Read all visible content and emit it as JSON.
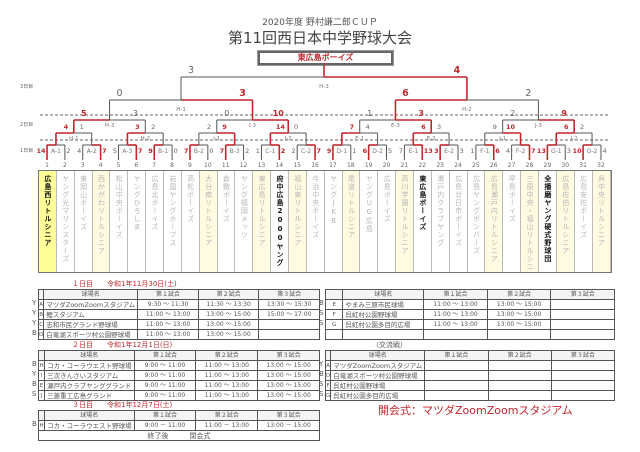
{
  "header": {
    "subtitle": "2020年度 野村謙二郎ＣＵＰ",
    "title": "第11回西日本中学野球大会"
  },
  "bracket": {
    "champion": "東広島ボーイズ",
    "day_labels": [
      "3日目",
      "2日目",
      "1日目"
    ],
    "teams": [
      {
        "no": 1,
        "name": "広島西リトルシニア",
        "shinior": true,
        "bold": true,
        "highlight": true
      },
      {
        "no": 2,
        "name": "ヤング光マリンスターズ"
      },
      {
        "no": 3,
        "name": "東岡山ボーイズ"
      },
      {
        "no": 4,
        "name": "西かがわリトルシニア",
        "shinior": true
      },
      {
        "no": 5,
        "name": "松山中央ボーイズ"
      },
      {
        "no": 6,
        "name": "ヤングひろしま"
      },
      {
        "no": 7,
        "name": "広島北ボーイズ"
      },
      {
        "no": 8,
        "name": "岩国ヤングホープス"
      },
      {
        "no": 9,
        "name": "高松ボーイズ"
      },
      {
        "no": 10,
        "name": "大分南リトルシニア",
        "shinior": true
      },
      {
        "no": 11,
        "name": "倉敷ボーイズ"
      },
      {
        "no": 12,
        "name": "ヤング福岡メッツ"
      },
      {
        "no": 13,
        "name": "東広島リトルシニア",
        "shinior": true
      },
      {
        "no": 14,
        "name": "府中広島2000ヤング",
        "bold": true
      },
      {
        "no": 15,
        "name": "福山東リトルシニア",
        "shinior": true
      },
      {
        "no": 16,
        "name": "今治中央ボーイズ"
      },
      {
        "no": 17,
        "name": "ヤングJKB"
      },
      {
        "no": 18,
        "name": "尾道リトルシニア",
        "shinior": true
      },
      {
        "no": 19,
        "name": "ヤングUG広島"
      },
      {
        "no": 20,
        "name": "広島ボーイズ"
      },
      {
        "no": 21,
        "name": "高川学園リトルシニア",
        "shinior": true
      },
      {
        "no": 22,
        "name": "東広島ボーイズ",
        "bold": true
      },
      {
        "no": 23,
        "name": "瀬戸内クラブヤング"
      },
      {
        "no": 24,
        "name": "広島廿日市ボーイズ"
      },
      {
        "no": 25,
        "name": "広島ヤングボンバーズ"
      },
      {
        "no": 26,
        "name": "広島瀬戸内リトルシニア",
        "shinior": true
      },
      {
        "no": 27,
        "name": "早島ボーイズ"
      },
      {
        "no": 28,
        "name": "三原中央・福山リトルシニア",
        "shinior": true
      },
      {
        "no": 29,
        "name": "全播磨ヤング硬式野球団",
        "bold": true
      },
      {
        "no": 30,
        "name": "広島佐伯リトルシニア",
        "shinior": true
      },
      {
        "no": 31,
        "name": "広島安佐ボーイズ"
      },
      {
        "no": 32,
        "name": "呉中央リトルシニア",
        "shinior": true
      }
    ],
    "rounds": [
      [
        {
          "label": "A-1",
          "scores": [
            14,
            2
          ],
          "winner": 0
        },
        {
          "label": "A-2",
          "scores": [
            4,
            7
          ],
          "winner": 1
        },
        {
          "label": "A-3",
          "scores": [
            5,
            7
          ],
          "winner": 1
        },
        {
          "label": "B-1",
          "scores": [
            9,
            0
          ],
          "winner": 0
        },
        {
          "label": "B-2",
          "scores": [
            7,
            0
          ],
          "winner": 0
        },
        {
          "label": "B-3",
          "scores": [
            7,
            2
          ],
          "winner": 0
        },
        {
          "label": "C-1",
          "scores": [
            1,
            2
          ],
          "winner": 1
        },
        {
          "label": "C-2",
          "scores": [
            2,
            7
          ],
          "winner": 1
        },
        {
          "label": "D-1",
          "scores": [
            9,
            1
          ],
          "winner": 0
        },
        {
          "label": "D-2",
          "scores": [
            6,
            5
          ],
          "winner": 0
        },
        {
          "label": "E-1",
          "scores": [
            7,
            13
          ],
          "winner": 1
        },
        {
          "label": "E-2",
          "scores": [
            3,
            3
          ],
          "winner": 0
        },
        {
          "label": "F-1",
          "scores": [
            1,
            6
          ],
          "winner": 1
        },
        {
          "label": "F-2",
          "scores": [
            4,
            7
          ],
          "winner": 1
        },
        {
          "label": "G-1",
          "scores": [
            13,
            3
          ],
          "winner": 0
        },
        {
          "label": "G-2",
          "scores": [
            10,
            4
          ],
          "winner": 0
        }
      ],
      [
        {
          "label": "H-1",
          "scores": [
            4,
            1
          ],
          "winner": 0
        },
        {
          "label": "H-2",
          "scores": [
            3,
            2
          ],
          "winner": 0
        },
        {
          "label": "I-1",
          "scores": [
            2,
            9
          ],
          "winner": 1
        },
        {
          "label": "I-2",
          "scores": [
            14,
            0
          ],
          "winner": 0
        },
        {
          "label": "E-1",
          "scores": [
            7,
            4
          ],
          "winner": 0
        },
        {
          "label": "E-2",
          "scores": [
            6,
            3
          ],
          "winner": 0
        },
        {
          "label": "J-1",
          "scores": [
            9,
            10
          ],
          "winner": 1
        },
        {
          "label": "J-2",
          "scores": [
            6,
            2
          ],
          "winner": 0
        }
      ],
      [
        {
          "label": "H-3",
          "scores": [
            5,
            3
          ],
          "winner": 0
        },
        {
          "label": "I-3",
          "scores": [
            0,
            10
          ],
          "winner": 1
        },
        {
          "label": "E-3",
          "scores": [
            1,
            3
          ],
          "winner": 1
        },
        {
          "label": "J-3",
          "scores": [
            2,
            9
          ],
          "winner": 1
        }
      ],
      [
        {
          "label": "H-1",
          "scores": [
            0,
            3
          ],
          "winner": 1
        },
        {
          "label": "H-2",
          "scores": [
            6,
            2
          ],
          "winner": 0
        }
      ],
      [
        {
          "label": "H-3",
          "scores": [
            3,
            4
          ],
          "winner": 1
        }
      ]
    ]
  },
  "schedule": {
    "headers": [
      "球場名",
      "第１試合",
      "第２試合",
      "第３試合"
    ],
    "day1": {
      "title": "１日目　　令和1年11月30日(土)",
      "rows": [
        {
          "pref": "Y",
          "code": "A",
          "venue": "マツダZoomZoomスタジアム",
          "slots": [
            "9:30 ～ 11:30",
            "11:30 ～ 13:30",
            "13:30 ～ 15:30"
          ]
        },
        {
          "pref": "Y",
          "code": "B",
          "venue": "鯉スタジアム",
          "slots": [
            "11:00 ～ 13:00",
            "13:00 ～ 15:00",
            "15:00 ～ 17:00"
          ]
        },
        {
          "pref": "Y",
          "code": "C",
          "venue": "志和市民グランド野球場",
          "slots": [
            "11:00 ～ 13:00",
            "13:00 ～ 15:00",
            ""
          ]
        },
        {
          "pref": "B",
          "code": "D",
          "venue": "白竜湖スポーツ村公園野球場",
          "slots": [
            "11:00 ～ 13:00",
            "13:00 ～ 15:00",
            ""
          ]
        }
      ]
    },
    "day1b": {
      "rows": [
        {
          "pref": "B",
          "code": "E",
          "venue": "やまみ三原市民球場",
          "slots": [
            "11:00 ～ 13:00",
            "13:00 ～ 15:00",
            ""
          ]
        },
        {
          "pref": "S",
          "code": "F",
          "venue": "呉虹村公園野球場",
          "slots": [
            "11:00 ～ 13:00",
            "13:00 ～ 15:00",
            ""
          ]
        },
        {
          "pref": "S",
          "code": "G",
          "venue": "呉虹村公園多目的広場",
          "slots": [
            "11:00 ～ 13:00",
            "13:00 ～ 15:00",
            ""
          ]
        },
        {
          "pref": "",
          "code": "",
          "venue": "",
          "slots": [
            "",
            "",
            ""
          ]
        }
      ]
    },
    "day2": {
      "title": "２日目　　令和1年12月1日(日)",
      "rows": [
        {
          "pref": "B",
          "code": "H",
          "venue": "コカ・コーラウエスト野球場",
          "slots": [
            "9:00 ～ 11:00",
            "11:00 ～ 13:00",
            "13:00 ～ 15:00"
          ]
        },
        {
          "pref": "Y",
          "code": "I",
          "venue": "三次きんさいスタジアム",
          "slots": [
            "9:00 ～ 11:00",
            "11:00 ～ 13:00",
            "13:00 ～ 15:00"
          ]
        },
        {
          "pref": "B",
          "code": "E",
          "venue": "瀬戸内クラブヤンググランド",
          "slots": [
            "9:00 ～ 11:00",
            "11:00 ～ 13:00",
            "13:00 ～ 15:00"
          ]
        },
        {
          "pref": "S",
          "code": "J",
          "venue": "三菱重工広島グランド",
          "slots": [
            "9:00 ～ 11:00",
            "11:00 ～ 13:00",
            "13:00 ～ 15:00"
          ]
        }
      ]
    },
    "exchange": {
      "title": "（交流戦）",
      "rows": [
        {
          "pref": "Y",
          "code": "A",
          "venue": "マツダZoomZoomスタジアム",
          "slots": [
            "",
            "",
            ""
          ]
        },
        {
          "pref": "B",
          "code": "D",
          "venue": "白竜湖スポーツ村公園野球場",
          "slots": [
            "",
            "",
            ""
          ]
        },
        {
          "pref": "S",
          "code": "F",
          "venue": "呉虹村公園野球場",
          "slots": [
            "",
            "",
            ""
          ]
        },
        {
          "pref": "S",
          "code": "G",
          "venue": "呉虹村公園多目的広場",
          "slots": [
            "",
            "",
            ""
          ]
        }
      ]
    },
    "day3": {
      "title": "３日目　　令和1年12月7日(土)",
      "rows": [
        {
          "pref": "B",
          "code": "H",
          "venue": "コカ・コーラウエスト野球場",
          "slots": [
            "9:00 － 11:00",
            "11:00 － 13:00",
            "13:00 － 15:00"
          ]
        }
      ],
      "footer": "終了後　　　閉会式"
    },
    "ceremony": "開会式：マツダZoomZoomスタジアム"
  },
  "colors": {
    "win": "#c0272d",
    "lose": "#555555",
    "shinior": "#fffbe0"
  }
}
